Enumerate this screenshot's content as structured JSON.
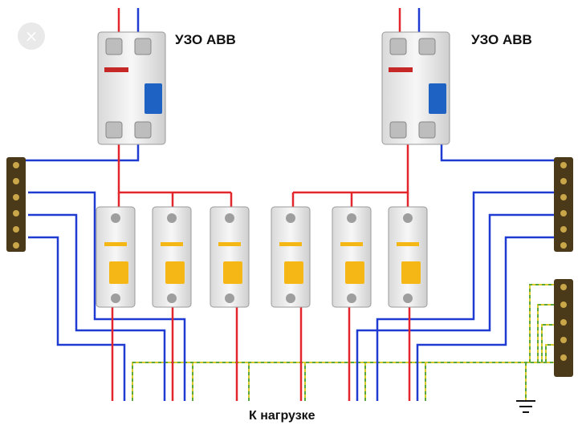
{
  "labels": {
    "uzo_left": "УЗО ABB",
    "uzo_right": "УЗО ABB",
    "load": "К нагрузке"
  },
  "icons": {
    "close": "×"
  },
  "colors": {
    "phase": "#e3262b",
    "neutral": "#1f3bd1",
    "earth": "#d8cc2a",
    "breaker_handle": "#f4b715",
    "rcd_handle": "#1e63c4",
    "busbar": "#4a3a1a"
  }
}
